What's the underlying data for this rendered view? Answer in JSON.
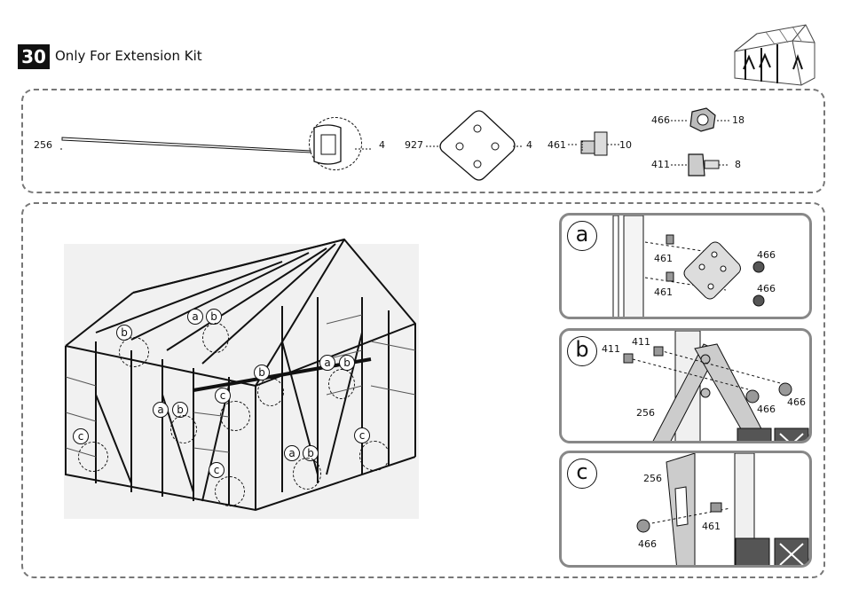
{
  "header": {
    "step_number": "30",
    "title": "Only For Extension Kit"
  },
  "parts": {
    "rod": {
      "id": "256"
    },
    "clip": {
      "qty": "4"
    },
    "plate": {
      "id": "927",
      "qty": "4"
    },
    "tbolt": {
      "id": "461",
      "qty": "10"
    },
    "nut": {
      "id": "466",
      "qty": "18"
    },
    "bolt": {
      "id": "411",
      "qty": "8"
    }
  },
  "callouts": {
    "a": "a",
    "b": "b",
    "c": "c"
  },
  "details": {
    "a": {
      "letter": "a",
      "labels": [
        "461",
        "461",
        "466",
        "466"
      ]
    },
    "b": {
      "letter": "b",
      "labels": [
        "411",
        "411",
        "256",
        "466",
        "466"
      ]
    },
    "c": {
      "letter": "c",
      "labels": [
        "256",
        "461",
        "466"
      ]
    }
  },
  "colors": {
    "panel_border": "#777777",
    "detail_border": "#888888",
    "step_bg": "#111111"
  }
}
